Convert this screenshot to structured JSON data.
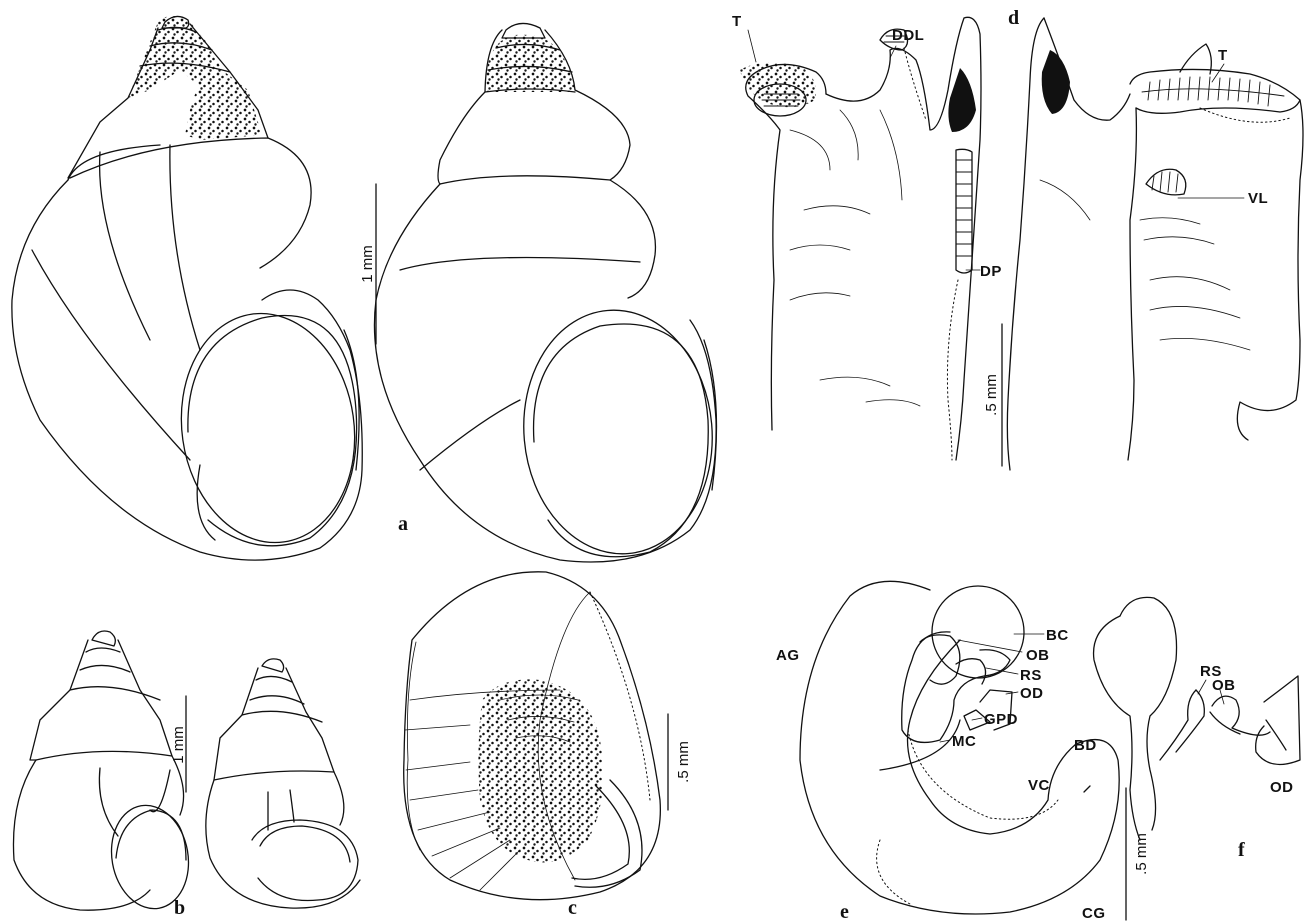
{
  "panels": [
    "a",
    "b",
    "c",
    "d",
    "e",
    "f"
  ],
  "scale_bars": {
    "a": "1 mm",
    "b": "1 mm",
    "c": ".5 mm",
    "d": ".5 mm",
    "e": ".5 mm"
  },
  "labels": {
    "d": [
      "T",
      "DDL",
      "DP",
      "T",
      "VL"
    ],
    "e": [
      "AG",
      "BC",
      "OB",
      "RS",
      "OD",
      "GPD",
      "MC",
      "VC",
      "CG"
    ],
    "f": [
      "BD",
      "RS",
      "OB",
      "OD"
    ]
  }
}
